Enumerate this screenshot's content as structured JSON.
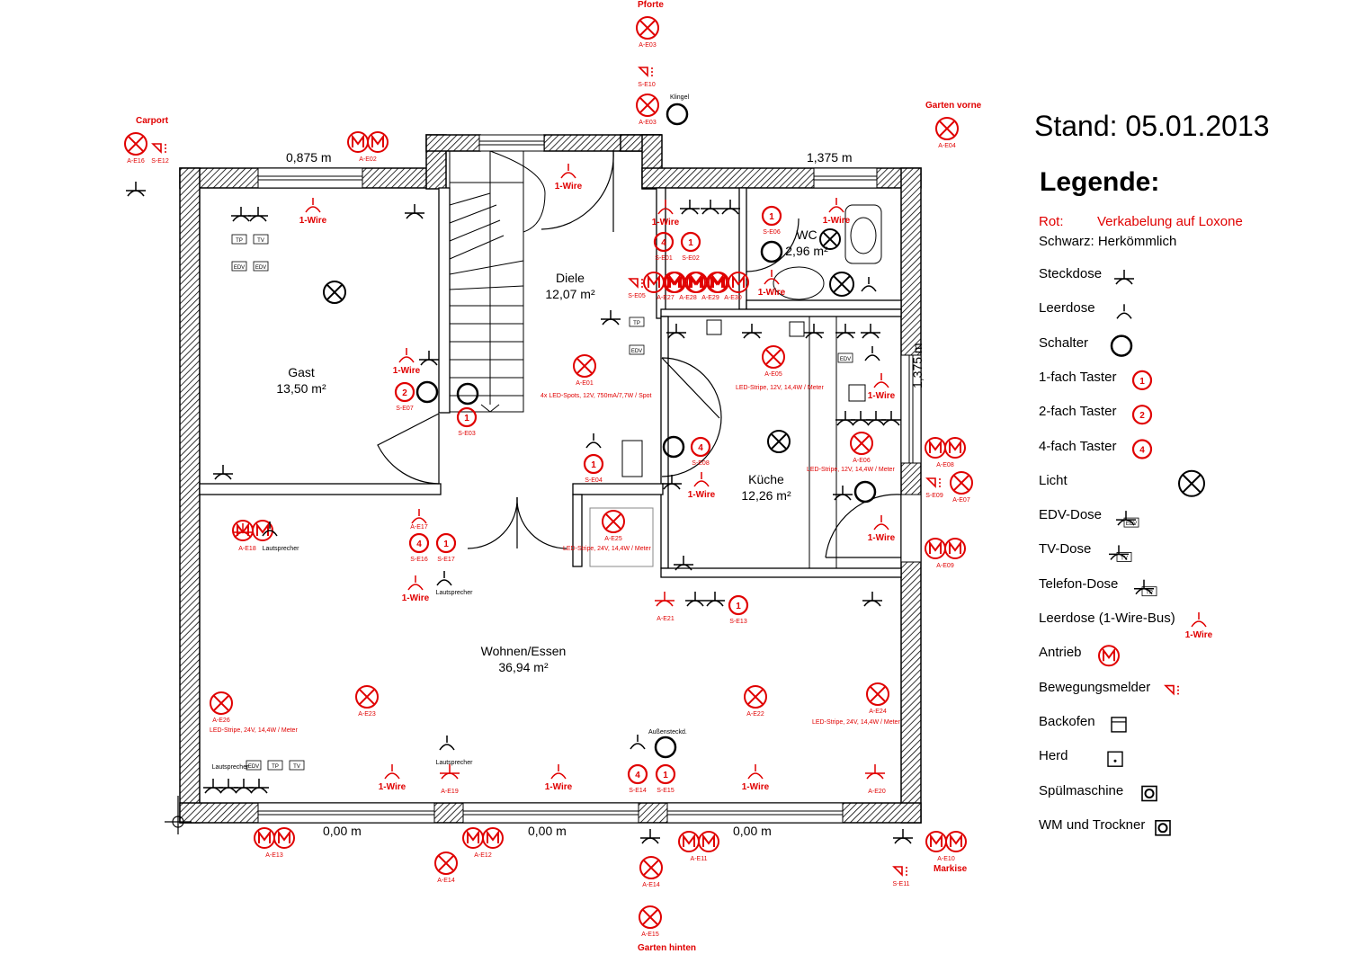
{
  "header": {
    "stand": "Stand: 05.01.2013"
  },
  "legend": {
    "title": "Legende:",
    "red_label": "Rot:",
    "red_desc": "Verkabelung auf Loxone",
    "black_label": "Schwarz: Herkömmlich",
    "items": [
      {
        "label": "Steckdose",
        "symbol": "socket",
        "color": "#000000"
      },
      {
        "label": "Leerdose",
        "symbol": "empty-box",
        "color": "#000000"
      },
      {
        "label": "Schalter",
        "symbol": "switch",
        "color": "#000000"
      },
      {
        "label": "1-fach Taster",
        "symbol": "button",
        "color": "#e00000",
        "num": "1"
      },
      {
        "label": "2-fach Taster",
        "symbol": "button",
        "color": "#e00000",
        "num": "2"
      },
      {
        "label": "4-fach Taster",
        "symbol": "button",
        "color": "#e00000",
        "num": "4"
      },
      {
        "label": "Licht",
        "symbol": "light",
        "color": "#000000"
      },
      {
        "label": "EDV-Dose",
        "symbol": "edv",
        "color": "#000000"
      },
      {
        "label": "TV-Dose",
        "symbol": "tv",
        "color": "#000000"
      },
      {
        "label": "Telefon-Dose",
        "symbol": "phone",
        "color": "#000000"
      },
      {
        "label": "Leerdose (1-Wire-Bus)",
        "symbol": "onewire",
        "color": "#e00000",
        "sub": "1-Wire"
      },
      {
        "label": "Antrieb",
        "symbol": "motor",
        "color": "#e00000"
      },
      {
        "label": "Bewegungsmelder",
        "symbol": "motion",
        "color": "#e00000"
      },
      {
        "label": "Backofen",
        "symbol": "oven",
        "color": "#000000"
      },
      {
        "label": "Herd",
        "symbol": "stove",
        "color": "#000000"
      },
      {
        "label": "Spülmaschine",
        "symbol": "dishwasher",
        "color": "#000000"
      },
      {
        "label": "WM und Trockner",
        "symbol": "washer",
        "color": "#000000"
      }
    ]
  },
  "rooms": [
    {
      "name": "Gast",
      "area": "13,50 m²"
    },
    {
      "name": "Diele",
      "area": "12,07 m²"
    },
    {
      "name": "WC",
      "area": "2,96 m²"
    },
    {
      "name": "Küche",
      "area": "12,26 m²"
    },
    {
      "name": "Wohnen/Essen",
      "area": "36,94 m²"
    }
  ],
  "dimensions": {
    "top_left": "0,875 m",
    "top_right": "1,375 m",
    "right_side": "1,375 m",
    "bottom_1": "0,00 m",
    "bottom_2": "0,00 m",
    "bottom_3": "0,00 m"
  },
  "outside_labels": {
    "pforte": "Pforte",
    "carport": "Carport",
    "garten_vorne": "Garten vorne",
    "markise": "Markise",
    "garten_hinten": "Garten hinten",
    "klingel": "Klingel",
    "aussensteckd": "Außensteckd."
  },
  "notes": {
    "led_e01": "4x LED-Spots, 12V, 750mA/7,7W / Spot",
    "led_e05": "LED-Stripe, 12V, 14,4W / Meter",
    "led_e06": "LED-Stripe, 12V, 14,4W / Meter",
    "led_e25": "LED-Stripe, 24V, 14,4W / Meter",
    "led_e26": "LED-Stripe, 24V, 14,4W / Meter",
    "led_e24": "LED-Stripe, 24V, 14,4W / Meter",
    "lautsprecher": "Lautsprecher",
    "onewire": "1-Wire",
    "edv": "EDV",
    "tv": "TV",
    "tp": "TP"
  },
  "lights": [
    {
      "id": "A-E01"
    },
    {
      "id": "A-E03"
    },
    {
      "id": "A-E04"
    },
    {
      "id": "A-E05"
    },
    {
      "id": "A-E06"
    },
    {
      "id": "A-E07"
    },
    {
      "id": "A-E14"
    },
    {
      "id": "A-E15"
    },
    {
      "id": "A-E16"
    },
    {
      "id": "A-E22"
    },
    {
      "id": "A-E23"
    },
    {
      "id": "A-E24"
    },
    {
      "id": "A-E25"
    },
    {
      "id": "A-E26"
    }
  ],
  "motors": [
    {
      "id": "A-E02"
    },
    {
      "id": "A-E08"
    },
    {
      "id": "A-E09"
    },
    {
      "id": "A-E10"
    },
    {
      "id": "A-E11"
    },
    {
      "id": "A-E12"
    },
    {
      "id": "A-E13"
    },
    {
      "id": "A-E18"
    },
    {
      "id": "A-E27"
    },
    {
      "id": "A-E28"
    },
    {
      "id": "A-E29"
    },
    {
      "id": "A-E30"
    }
  ],
  "buttons": [
    {
      "id": "S-E01",
      "num": "4"
    },
    {
      "id": "S-E02",
      "num": "1"
    },
    {
      "id": "S-E03",
      "num": "1"
    },
    {
      "id": "S-E04",
      "num": "1"
    },
    {
      "id": "S-E06",
      "num": "1"
    },
    {
      "id": "S-E07",
      "num": "2"
    },
    {
      "id": "S-E08",
      "num": "4"
    },
    {
      "id": "S-E13",
      "num": "1"
    },
    {
      "id": "S-E14",
      "num": "4"
    },
    {
      "id": "S-E15",
      "num": "1"
    },
    {
      "id": "S-E16",
      "num": "4"
    },
    {
      "id": "S-E17",
      "num": "1"
    }
  ],
  "motion_sensors": [
    {
      "id": "S-E05"
    },
    {
      "id": "S-E09"
    },
    {
      "id": "S-E10"
    },
    {
      "id": "S-E11"
    },
    {
      "id": "S-E12"
    }
  ],
  "other_ids": {
    "a_e17": "A-E17",
    "a_e19": "A-E19",
    "a_e20": "A-E20",
    "a_e21": "A-E21"
  }
}
